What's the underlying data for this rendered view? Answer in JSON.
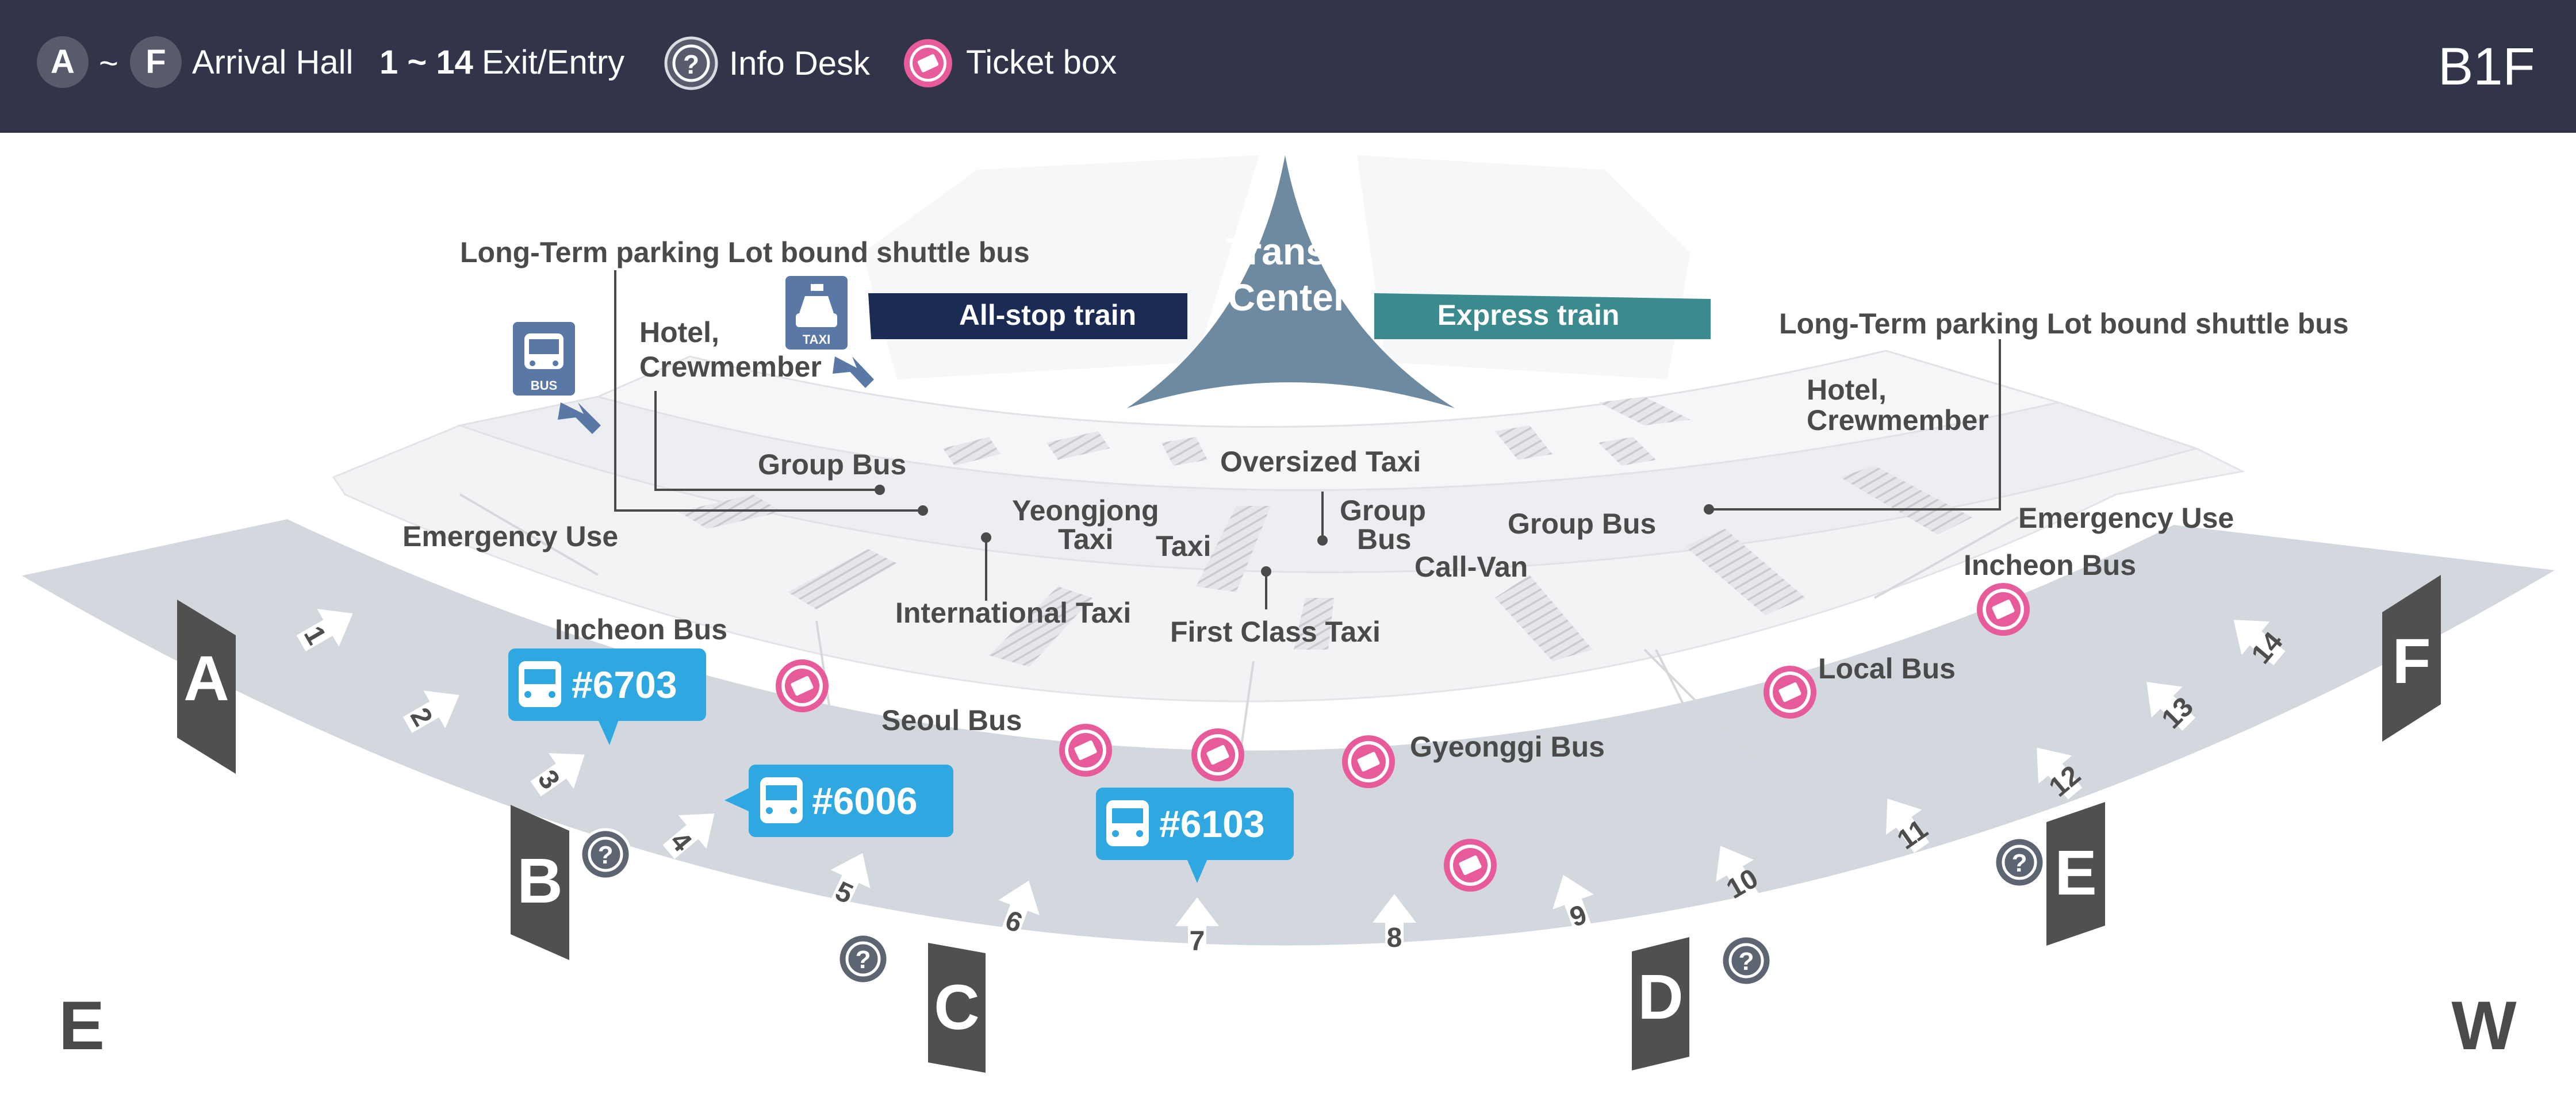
{
  "header": {
    "legend_arrival_from": "A",
    "legend_tilde": "~",
    "legend_arrival_to": "F",
    "legend_arrival_label": "Arrival Hall",
    "legend_exit_range": "1 ~ 14",
    "legend_exit_label": "Exit/Entry",
    "legend_info_label": "Info Desk",
    "legend_ticket_label": "Ticket box",
    "floor": "B1F"
  },
  "map": {
    "directions": {
      "east": "E",
      "west": "W"
    },
    "gates": [
      "A",
      "B",
      "C",
      "D",
      "E",
      "F"
    ],
    "exits": [
      "1",
      "2",
      "3",
      "4",
      "5",
      "6",
      "7",
      "8",
      "9",
      "10",
      "11",
      "12",
      "13",
      "14"
    ],
    "transit_center": {
      "line1": "Transit",
      "line2": "Center"
    },
    "trains": {
      "all_stop": "All-stop train",
      "express": "Express train"
    },
    "icon_labels": {
      "bus": "BUS",
      "taxi": "TAXI"
    },
    "labels": {
      "shuttle_left": "Long-Term parking Lot bound shuttle bus",
      "shuttle_right": "Long-Term parking Lot bound shuttle bus",
      "hotel_left_1": "Hotel,",
      "hotel_left_2": "Crewmember",
      "hotel_right_1": "Hotel,",
      "hotel_right_2": "Crewmember",
      "group_bus_left": "Group Bus",
      "group_bus_right": "Group Bus",
      "emergency_left": "Emergency Use",
      "emergency_right": "Emergency Use",
      "yeongjong_taxi_1": "Yeongjong",
      "yeongjong_taxi_2": "Taxi",
      "taxi": "Taxi",
      "oversized_taxi": "Oversized Taxi",
      "group_bus_mid_1": "Group",
      "group_bus_mid_2": "Bus",
      "call_van": "Call-Van",
      "international_taxi": "International Taxi",
      "first_class_taxi": "First Class Taxi",
      "incheon_bus_left": "Incheon Bus",
      "incheon_bus_right": "Incheon Bus",
      "seoul_bus": "Seoul Bus",
      "gyeonggi_bus": "Gyeonggi Bus",
      "local_bus": "Local Bus"
    },
    "callouts": [
      "#6703",
      "#6006",
      "#6103"
    ]
  },
  "colors": {
    "header_bg": "#32354a",
    "outer_arc": "#d3d7de",
    "inner_area": "#f2f3f5",
    "gate": "#505050",
    "ticket_box": "#e85b9a",
    "info_desk": "#5d6472",
    "callout": "#2fa7e0",
    "all_stop_train": "#1b2b54",
    "express_train": "#3a8a8e",
    "transit_center": "#6e8aa0",
    "icon_blue": "#5a78a6"
  }
}
